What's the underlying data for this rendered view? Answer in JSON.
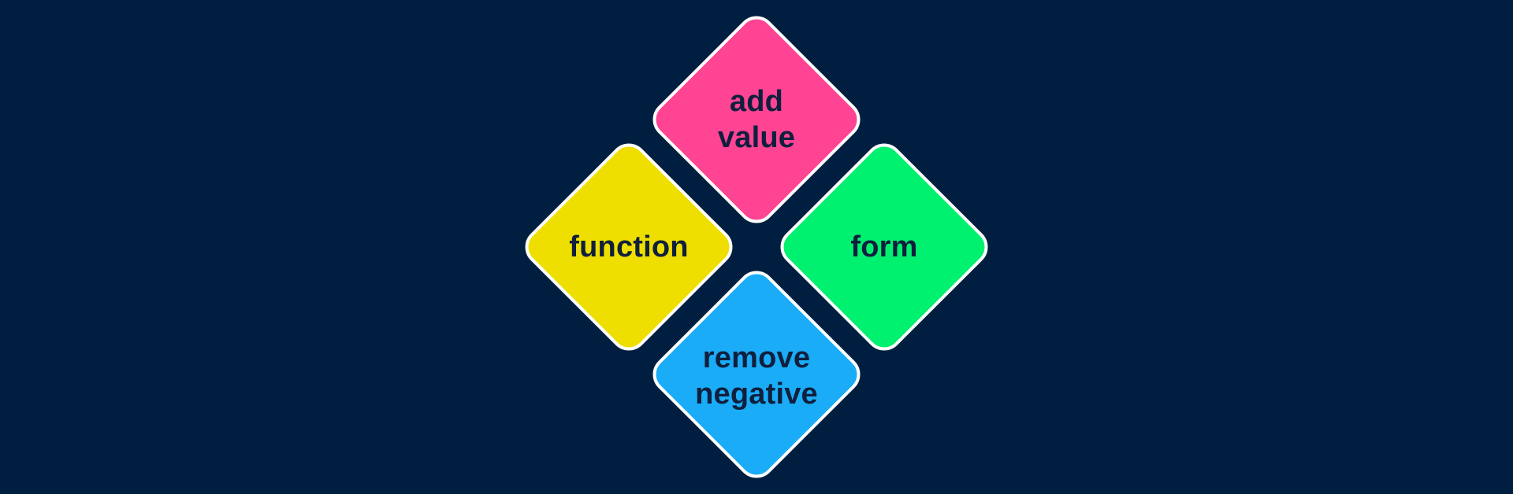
{
  "diagram": {
    "type": "four-diamond-quadrant",
    "background_color": "#001F40",
    "border_color": "#FFFFFF",
    "text_color": "#0F1F3D",
    "nodes": [
      {
        "id": "top",
        "position": "top",
        "lines": [
          "add",
          "value"
        ],
        "fill": "#FF4494"
      },
      {
        "id": "left",
        "position": "left",
        "lines": [
          "function"
        ],
        "fill": "#EEDF00"
      },
      {
        "id": "right",
        "position": "right",
        "lines": [
          "form"
        ],
        "fill": "#00F06F"
      },
      {
        "id": "bottom",
        "position": "bottom",
        "lines": [
          "remove",
          "negative"
        ],
        "fill": "#1AACF7"
      }
    ]
  }
}
